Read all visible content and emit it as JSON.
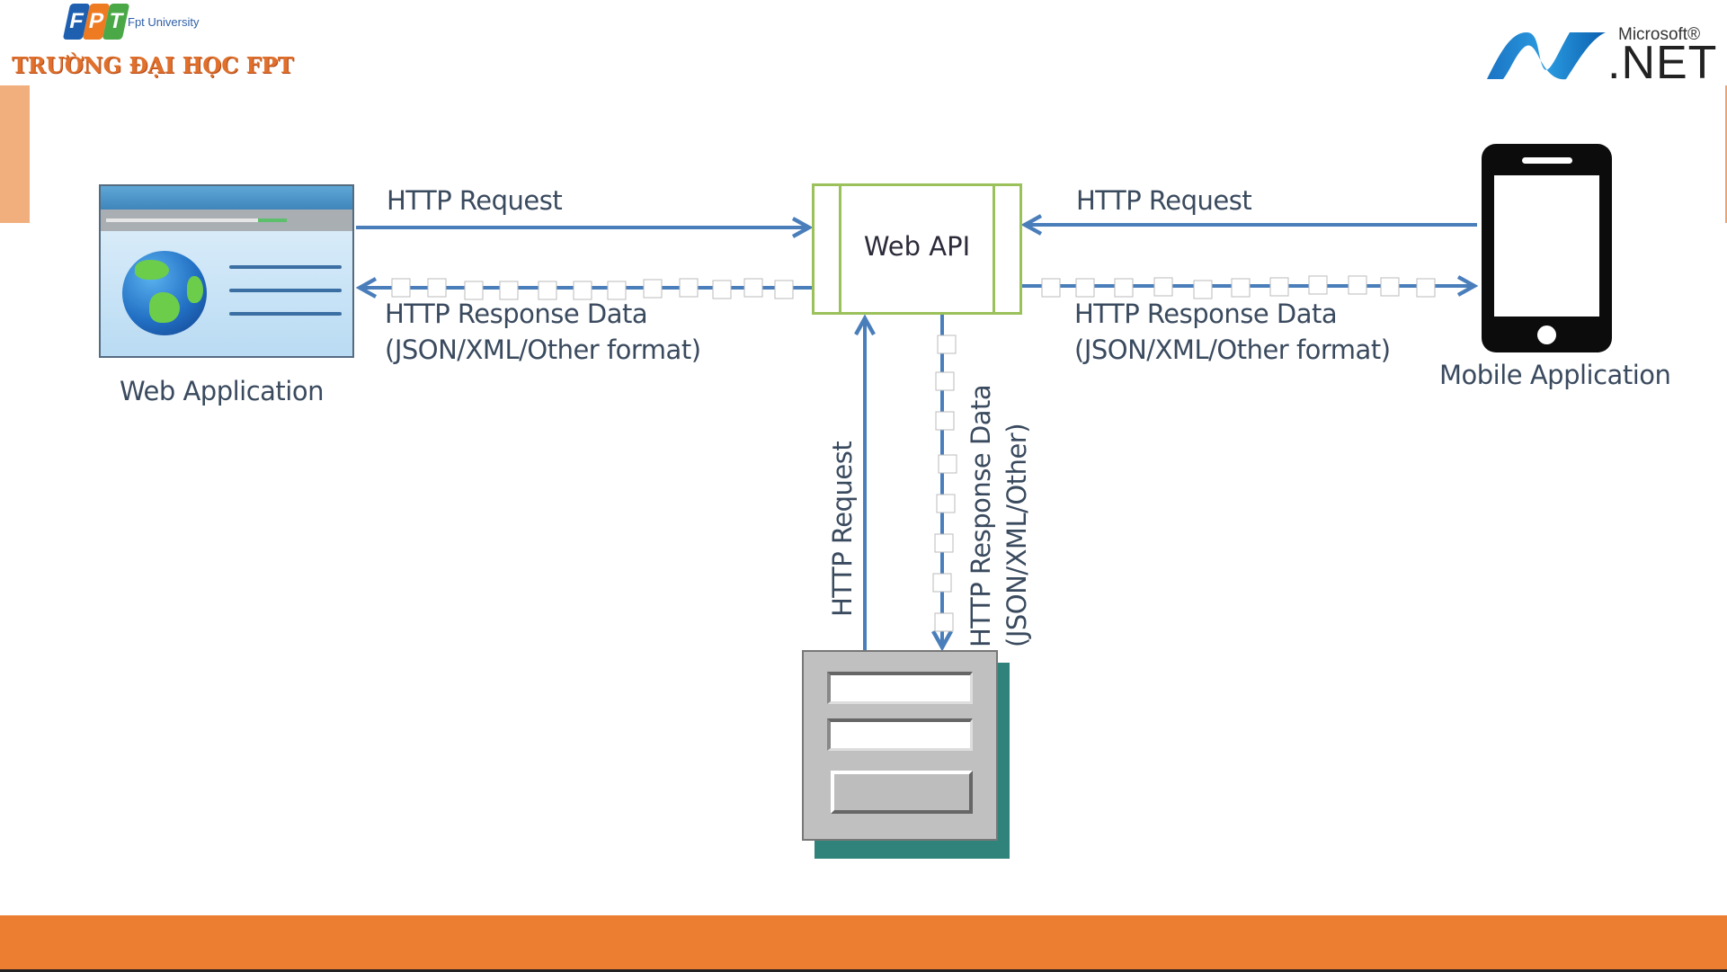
{
  "branding": {
    "fpt_letters": [
      "F",
      "P",
      "T"
    ],
    "fpt_tile_colors": [
      "#1f5fb0",
      "#ee7a22",
      "#4aa847"
    ],
    "fpt_university": "Fpt University",
    "school_name": "TRƯỜNG ĐẠI HỌC FPT",
    "dotnet_vendor": "Microsoft®",
    "dotnet_name": ".NET",
    "accent_color": "#ec7e31"
  },
  "diagram": {
    "nodes": {
      "web_app": {
        "label": "Web Application",
        "icon": "browser-window-globe-icon"
      },
      "web_api": {
        "label": "Web API"
      },
      "mobile_app": {
        "label": "Mobile Application",
        "icon": "smartphone-icon"
      },
      "form_client": {
        "icon": "form-window-icon"
      }
    },
    "edges": {
      "web_request": {
        "label": "HTTP Request",
        "direction": "web_app→web_api"
      },
      "web_response": {
        "label_line1": "HTTP Response Data",
        "label_line2": "(JSON/XML/Other format)",
        "direction": "web_api→web_app"
      },
      "mobile_request": {
        "label": "HTTP Request",
        "direction": "mobile_app→web_api"
      },
      "mobile_response": {
        "label_line1": "HTTP Response Data",
        "label_line2": "(JSON/XML/Other format)",
        "direction": "web_api→mobile_app"
      },
      "form_request": {
        "label": "HTTP Request",
        "direction": "form_client→web_api"
      },
      "form_response": {
        "label_line1": "HTTP Response Data",
        "label_line2": "(JSON/XML/Other)",
        "direction": "web_api→form_client"
      }
    },
    "colors": {
      "arrow": "#4a7ebb",
      "api_border": "#9bc15a",
      "label_text": "#3a4a5e"
    }
  }
}
